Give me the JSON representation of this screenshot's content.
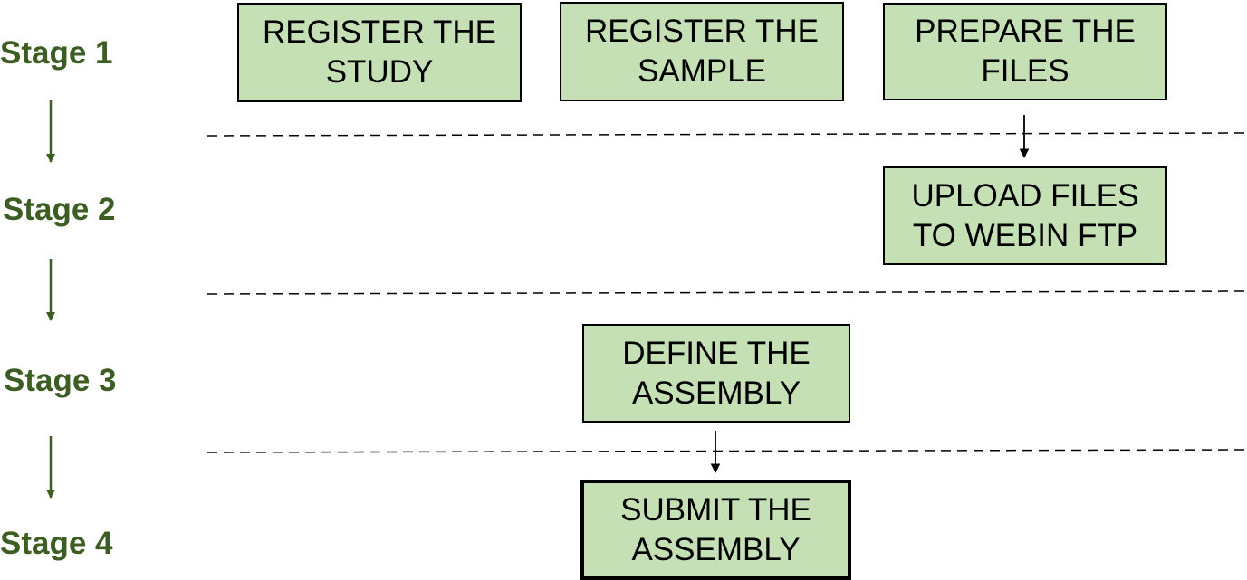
{
  "colors": {
    "stage_label": "#3d5e23",
    "stage_arrow": "#3d5e23",
    "box_fill": "#c5e0b4",
    "box_border": "#000000",
    "divider": "#000000",
    "flow_arrow": "#000000"
  },
  "stages": [
    {
      "label": "Stage 1"
    },
    {
      "label": "Stage 2"
    },
    {
      "label": "Stage 3"
    },
    {
      "label": "Stage 4"
    }
  ],
  "steps": {
    "register_study": {
      "line1": "REGISTER THE",
      "line2": "STUDY"
    },
    "register_sample": {
      "line1": "REGISTER THE",
      "line2": "SAMPLE"
    },
    "prepare_files": {
      "line1": "PREPARE THE",
      "line2": "FILES"
    },
    "upload_files": {
      "line1": "UPLOAD FILES",
      "line2": "TO WEBIN FTP"
    },
    "define_assembly": {
      "line1": "DEFINE THE",
      "line2": "ASSEMBLY"
    },
    "submit_assembly": {
      "line1": "SUBMIT THE",
      "line2": "ASSEMBLY"
    }
  }
}
